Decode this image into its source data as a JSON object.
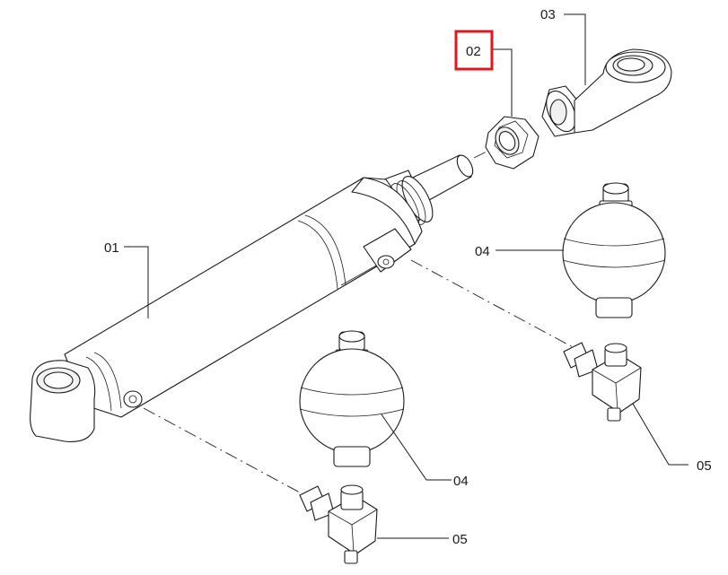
{
  "callouts": [
    {
      "id": "01",
      "label": "01"
    },
    {
      "id": "02",
      "label": "02",
      "highlighted": true
    },
    {
      "id": "03",
      "label": "03"
    },
    {
      "id": "04a",
      "label": "04"
    },
    {
      "id": "04b",
      "label": "04"
    },
    {
      "id": "05a",
      "label": "05"
    },
    {
      "id": "05b",
      "label": "05"
    }
  ],
  "highlight_color": "#e0171f",
  "line_color": "#1a1a1a"
}
